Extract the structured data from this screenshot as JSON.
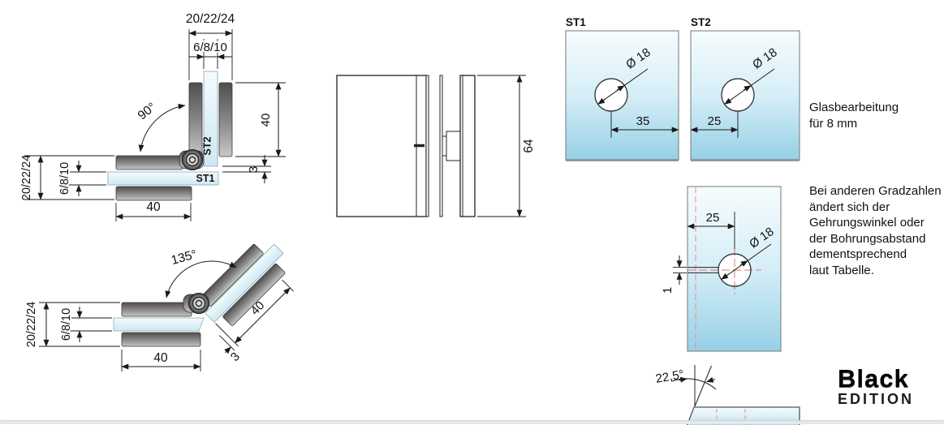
{
  "drawing": {
    "fig90": {
      "angle": "90°",
      "top_outer": "20/22/24",
      "top_inner": "6/8/10",
      "left_outer": "20/22/24",
      "left_inner": "6/8/10",
      "arm_len": "40",
      "glass_gap": "3",
      "base_width": "40",
      "glass_h_label": "ST1",
      "glass_v_label": "ST2"
    },
    "fig135": {
      "angle": "135°",
      "left_outer": "20/22/24",
      "left_inner": "6/8/10",
      "base_width": "40",
      "diag_len": "40",
      "glass_gap": "3"
    },
    "side_view": {
      "height": "64"
    },
    "panel_st1": {
      "label": "ST1",
      "hole_dia": "Ø 18",
      "hole_offset": "35"
    },
    "panel_st2": {
      "label": "ST2",
      "hole_dia": "Ø 18",
      "hole_offset": "25"
    },
    "slot_detail": {
      "hole_offset": "25",
      "hole_dia": "Ø 18",
      "slot_width": "1"
    },
    "miter_detail": {
      "angle": "22,5°"
    }
  },
  "notes": {
    "glass": "Glasbearbeitung\nfür 8 mm",
    "table": "Bei anderen Gradzahlen\nändert sich der\nGehrungswinkel oder\nder Bohrungsabstand\ndementsprechend\nlaut Tabelle."
  },
  "logo": {
    "black": "Black",
    "edition": "EDITION"
  },
  "colors": {
    "accent": "#1687bd",
    "glass_blue": "#9ad2e7",
    "centerline_red": "#ef8a8a"
  }
}
